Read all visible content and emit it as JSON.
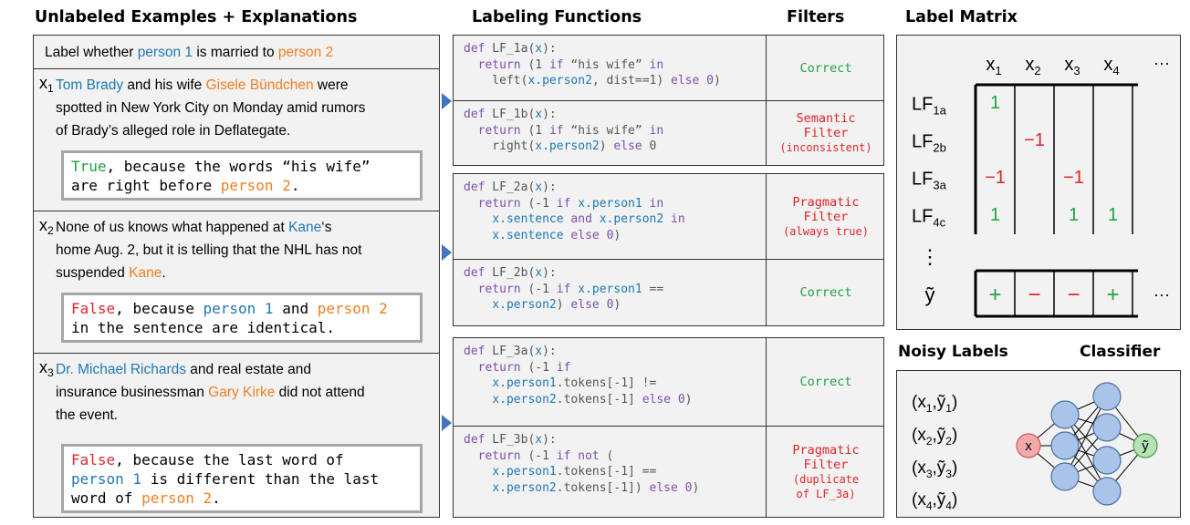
{
  "headers": {
    "examples": "Unlabeled Examples + Explanations",
    "lfs": "Labeling Functions",
    "filters": "Filters",
    "matrix": "Label Matrix",
    "noisy": "Noisy Labels",
    "classifier": "Classifier"
  },
  "task": {
    "pre": "Label whether ",
    "p1": "person 1",
    "mid": " is married to ",
    "p2": "person 2"
  },
  "examples": [
    {
      "id": "x",
      "sub": "1",
      "lines": [
        [
          {
            "t": "Tom Brady",
            "c": "blue"
          },
          {
            "t": " and his wife ",
            "c": ""
          },
          {
            "t": "Gisele Bündchen",
            "c": "orange"
          },
          {
            "t": " were",
            "c": ""
          }
        ],
        [
          {
            "t": "spotted in New York City on Monday amid rumors",
            "c": ""
          }
        ],
        [
          {
            "t": "of Brady’s alleged role in Deflategate.",
            "c": ""
          }
        ]
      ],
      "expl": [
        [
          {
            "t": "True",
            "c": "green"
          },
          {
            "t": ", because the words “his wife”",
            "c": ""
          }
        ],
        [
          {
            "t": "are right before ",
            "c": ""
          },
          {
            "t": "person 2",
            "c": "orange"
          },
          {
            "t": ".",
            "c": ""
          }
        ]
      ]
    },
    {
      "id": "x",
      "sub": "2",
      "lines": [
        [
          {
            "t": "None of us knows what happened at ",
            "c": ""
          },
          {
            "t": "Kane",
            "c": "blue"
          },
          {
            "t": "‘s",
            "c": ""
          }
        ],
        [
          {
            "t": "home Aug. 2, but it is telling that the NHL has not",
            "c": ""
          }
        ],
        [
          {
            "t": "suspended ",
            "c": ""
          },
          {
            "t": "Kane",
            "c": "orange"
          },
          {
            "t": ".",
            "c": ""
          }
        ]
      ],
      "expl": [
        [
          {
            "t": "False",
            "c": "red"
          },
          {
            "t": ", because ",
            "c": ""
          },
          {
            "t": "person 1",
            "c": "blue"
          },
          {
            "t": " and ",
            "c": ""
          },
          {
            "t": "person 2",
            "c": "orange"
          }
        ],
        [
          {
            "t": "in the sentence are identical.",
            "c": ""
          }
        ]
      ]
    },
    {
      "id": "x",
      "sub": "3",
      "lines": [
        [
          {
            "t": "Dr. Michael Richards",
            "c": "blue"
          },
          {
            "t": " and real estate and",
            "c": ""
          }
        ],
        [
          {
            "t": "insurance businessman ",
            "c": ""
          },
          {
            "t": "Gary Kirke",
            "c": "orange"
          },
          {
            "t": "  did not attend",
            "c": ""
          }
        ],
        [
          {
            "t": "the event.",
            "c": ""
          }
        ]
      ],
      "expl": [
        [
          {
            "t": "False",
            "c": "red"
          },
          {
            "t": ", because the last word of",
            "c": ""
          }
        ],
        [
          {
            "t": "person 1",
            "c": "blue"
          },
          {
            "t": " is different than the last",
            "c": ""
          }
        ],
        [
          {
            "t": "word of ",
            "c": ""
          },
          {
            "t": "person 2",
            "c": "orange"
          },
          {
            "t": ".",
            "c": ""
          }
        ]
      ]
    }
  ],
  "lfs": [
    {
      "code": "def LF_1a(x):\n  return (1 if “his wife” in\n    left(x.person2, dist==1) else 0)",
      "filter": "Correct",
      "filter_sub": "",
      "color": "green"
    },
    {
      "code": "def LF_1b(x):\n  return (1 if “his wife” in\n    right(x.person2) else 0",
      "filter": "Semantic\nFilter",
      "filter_sub": "(inconsistent)",
      "color": "red"
    },
    {
      "code": "def LF_2a(x):\n  return (-1 if x.person1 in\n    x.sentence and x.person2 in\n    x.sentence else 0)",
      "filter": "Pragmatic\nFilter",
      "filter_sub": "(always true)",
      "color": "red"
    },
    {
      "code": "def LF_2b(x):\n  return (-1 if x.person1 ==\n    x.person2) else 0)",
      "filter": "Correct",
      "filter_sub": "",
      "color": "green"
    },
    {
      "code": "def LF_3a(x):\n  return (-1 if\n    x.person1.tokens[-1] !=\n    x.person2.tokens[-1] else 0)",
      "filter": "Correct",
      "filter_sub": "",
      "color": "green"
    },
    {
      "code": "def LF_3b(x):\n  return (-1 if not (\n    x.person1.tokens[-1] ==\n    x.person2.tokens[-1]) else 0)",
      "filter": "Pragmatic\nFilter",
      "filter_sub": "(duplicate\nof LF_3a)",
      "color": "red"
    }
  ],
  "matrix": {
    "cols": [
      "x1",
      "x2",
      "x3",
      "x4"
    ],
    "col_subs": [
      "1",
      "2",
      "3",
      "4"
    ],
    "ellipsis": "···",
    "rows": [
      {
        "lf": "LF",
        "sub": "1a",
        "cells": [
          "1",
          "",
          "",
          ""
        ],
        "colors": [
          "green",
          "",
          "",
          ""
        ]
      },
      {
        "lf": "LF",
        "sub": "2b",
        "cells": [
          "",
          "−1",
          "",
          ""
        ],
        "colors": [
          "",
          "red",
          "",
          ""
        ]
      },
      {
        "lf": "LF",
        "sub": "3a",
        "cells": [
          "−1",
          "",
          "−1",
          ""
        ],
        "colors": [
          "red",
          "",
          "red",
          ""
        ]
      },
      {
        "lf": "LF",
        "sub": "4c",
        "cells": [
          "1",
          "",
          "1",
          "1"
        ],
        "colors": [
          "green",
          "",
          "green",
          "green"
        ]
      }
    ],
    "vdots": "⋮",
    "y_label": "ỹ",
    "y_cells": [
      "+",
      "−",
      "−",
      "+"
    ],
    "y_colors": [
      "green",
      "red",
      "red",
      "green"
    ]
  },
  "noisy": [
    {
      "x": "x",
      "y": "ỹ",
      "sub": "1"
    },
    {
      "x": "x",
      "y": "ỹ",
      "sub": "2"
    },
    {
      "x": "x",
      "y": "ỹ",
      "sub": "3"
    },
    {
      "x": "x",
      "y": "ỹ",
      "sub": "4"
    }
  ],
  "classifier": {
    "input": "x",
    "output": "ỹ"
  },
  "colors": {
    "blue": "#1f77b4",
    "orange": "#f07f22",
    "green": "#22a241",
    "red": "#e0242b",
    "keyword": "#7f4fad",
    "arrow": "#4472c4"
  }
}
